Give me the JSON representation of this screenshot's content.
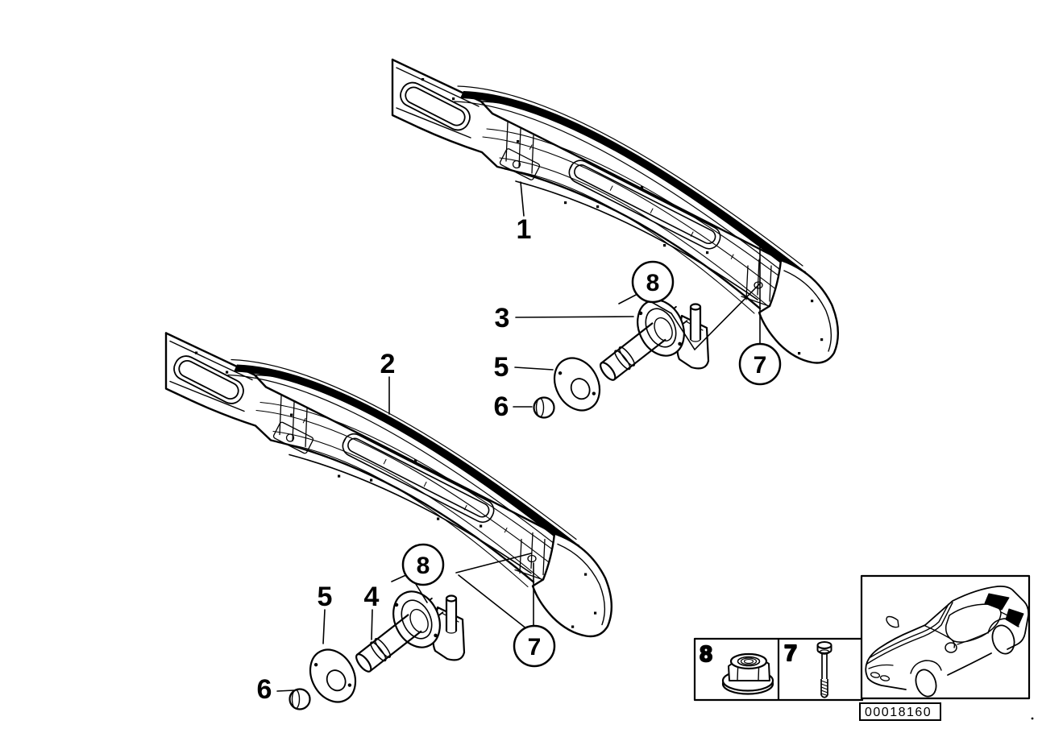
{
  "colors": {
    "line": "#000000",
    "background": "#ffffff"
  },
  "callout_labels": {
    "item_1": "1",
    "item_2": "2",
    "item_3": "3",
    "item_4": "4",
    "item_5_upper": "5",
    "item_5_lower": "5",
    "item_6_upper": "6",
    "item_6_lower": "6",
    "item_7_upper": "7",
    "item_7_lower": "7",
    "item_8_upper": "8",
    "item_8_lower": "8"
  },
  "legend": {
    "items": [
      {
        "number": "8",
        "icon": "flange-nut-icon"
      },
      {
        "number": "7",
        "icon": "flange-bolt-icon"
      }
    ]
  },
  "part_number": "00018160",
  "thumbnail": {
    "icon": "car-silhouette-icon"
  }
}
